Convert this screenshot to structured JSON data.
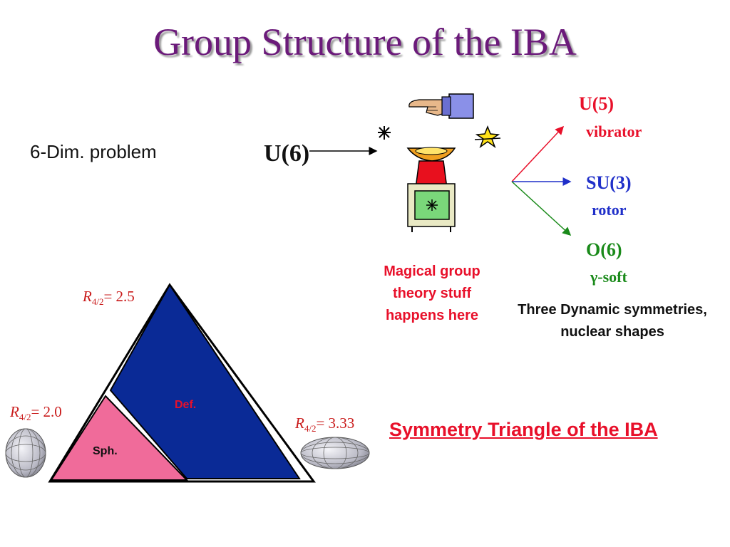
{
  "title": "Group Structure of the IBA",
  "problem_text": "6-Dim. problem",
  "u6_label": "U(6)",
  "limits": {
    "u5": {
      "name": "U(5)",
      "desc": "vibrator",
      "color": "#e8102a"
    },
    "su3": {
      "name": "SU(3)",
      "desc": "rotor",
      "color": "#1f2fc9"
    },
    "o6": {
      "name": "O(6)",
      "desc": "γ-soft",
      "color": "#1a8a1a"
    }
  },
  "magic_caption": [
    "Magical group",
    "theory stuff",
    "happens here"
  ],
  "dynamic_caption": [
    "Three Dynamic symmetries,",
    "nuclear shapes"
  ],
  "triangle": {
    "title": "Symmetry Triangle of the IBA",
    "ratio_symbol": "R",
    "ratio_sub": "4/2",
    "top_value": "= 2.5",
    "left_value": "= 2.0",
    "right_value": "= 3.33",
    "def_label": "Def.",
    "sph_label": "Sph.",
    "colors": {
      "def": "#0a2a96",
      "sph": "#f06b9a",
      "outline": "#000000"
    }
  },
  "icons": [
    "pointing-hand-icon",
    "magic-box-icon",
    "sparkle-icon",
    "star-icon",
    "spherical-nucleus-icon",
    "deformed-nucleus-icon"
  ]
}
